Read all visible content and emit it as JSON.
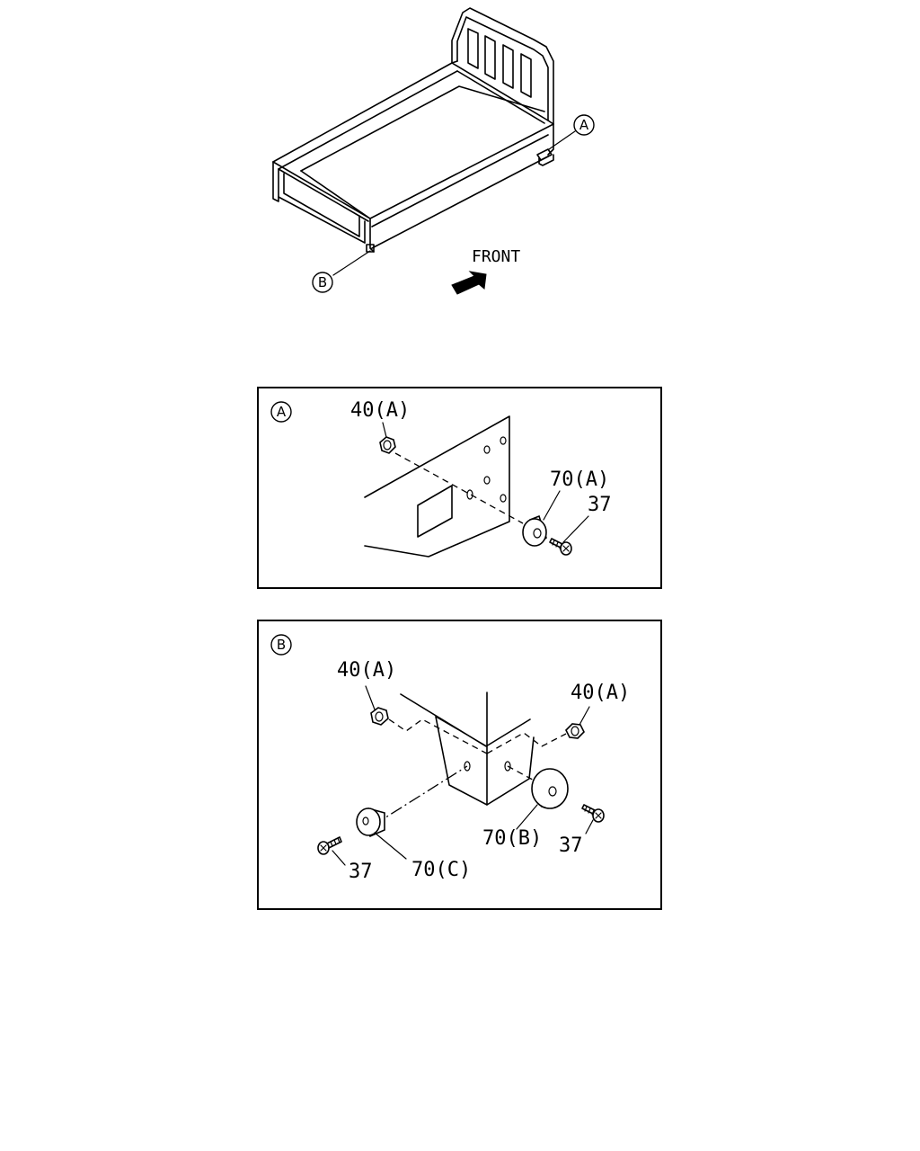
{
  "overview": {
    "front_label": "FRONT",
    "callout_a": "A",
    "callout_b": "B"
  },
  "detail_a": {
    "panel_label": "A",
    "parts": {
      "nut": "40(A)",
      "mount": "70(A)",
      "bolt": "37"
    }
  },
  "detail_b": {
    "panel_label": "B",
    "parts": {
      "nut_left": "40(A)",
      "nut_right": "40(A)",
      "mount_b": "70(B)",
      "mount_c": "70(C)",
      "bolt_right": "37",
      "bolt_left": "37"
    }
  }
}
